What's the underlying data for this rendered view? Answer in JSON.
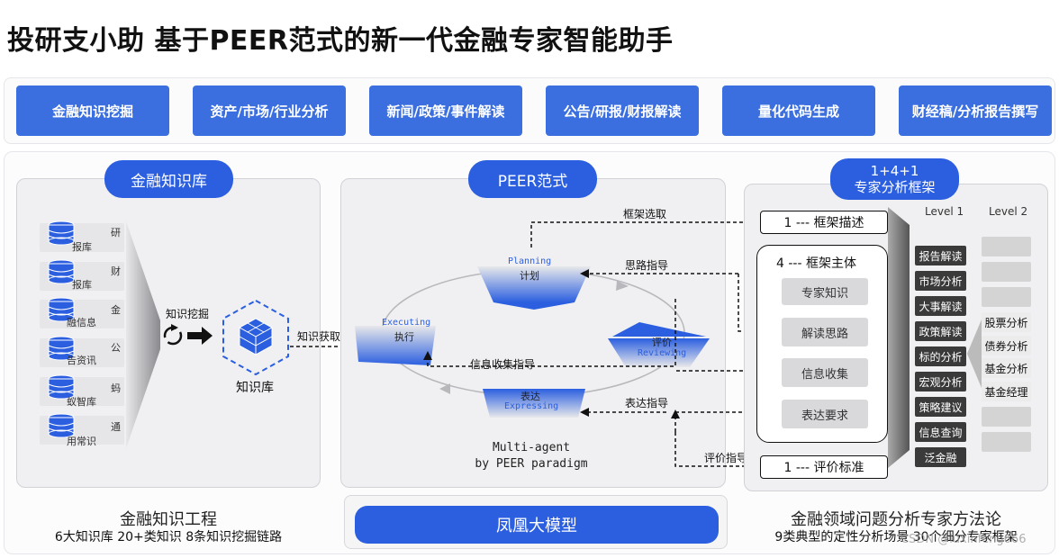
{
  "title": "投研支小助   基于PEER范式的新一代金融专家智能助手",
  "features": [
    "金融知识挖掘",
    "资产/市场/行业分析",
    "新闻/政策/事件解读",
    "公告/研报/财报解读",
    "量化代码生成",
    "财经稿/分析报告撰写"
  ],
  "left_panel": {
    "pill": "金融知识库",
    "db_items": [
      {
        "side": "研",
        "text": "报库"
      },
      {
        "side": "财",
        "text": "报库"
      },
      {
        "side": "金",
        "text": "融信息"
      },
      {
        "side": "公",
        "text": "告资讯"
      },
      {
        "side": "蚂",
        "text": "蚁智库"
      },
      {
        "side": "通",
        "text": "用常识"
      }
    ],
    "mining_label": "知识挖掘",
    "kb_label": "知识库",
    "acquire_label": "知识获取",
    "footer_title": "金融知识工程",
    "footer_sub": "6大知识库 20+类知识 8条知识挖掘链路"
  },
  "mid_panel": {
    "pill": "PEER范式",
    "planning_en": "Planning",
    "planning_cn": "计划",
    "executing_en": "Executing",
    "executing_cn": "执行",
    "reviewing_cn": "评价",
    "reviewing_en": "Reviewing",
    "expressing_cn": "表达",
    "expressing_en": "Expressing",
    "caption_line1": "Multi-agent",
    "caption_line2": "by PEER paradigm",
    "footer_button": "凤凰大模型"
  },
  "arrows": {
    "framework_select": "框架选取",
    "thinking_guide": "思路指导",
    "info_collect_guide": "信息收集指导",
    "express_guide": "表达指导",
    "evaluate_guide": "评价指导"
  },
  "right_panel": {
    "pill_line1": "1+4+1",
    "pill_line2": "专家分析框架",
    "framework_desc": "1 --- 框架描述",
    "framework_body": "4 --- 框架主体",
    "body_items": [
      "专家知识",
      "解读思路",
      "信息收集",
      "表达要求"
    ],
    "evaluation": "1 --- 评价标准",
    "level1_header": "Level 1",
    "level2_header": "Level 2",
    "level1_items": [
      "报告解读",
      "市场分析",
      "大事解读",
      "政策解读",
      "标的分析",
      "宏观分析",
      "策略建议",
      "信息查询",
      "泛金融"
    ],
    "level2_items": [
      "",
      "",
      "",
      "股票分析",
      "债券分析",
      "基金分析",
      "基金经理",
      "",
      ""
    ],
    "footer_title": "金融领域问题分析专家方法论",
    "footer_sub": "9类典型的定性分析场景  30个细分专家框架",
    "watermark": "CSDN @luxinfeng666"
  },
  "colors": {
    "accent": "#2b5fe0",
    "feature": "#3b6fe0",
    "dark": "#3a3a3a"
  }
}
